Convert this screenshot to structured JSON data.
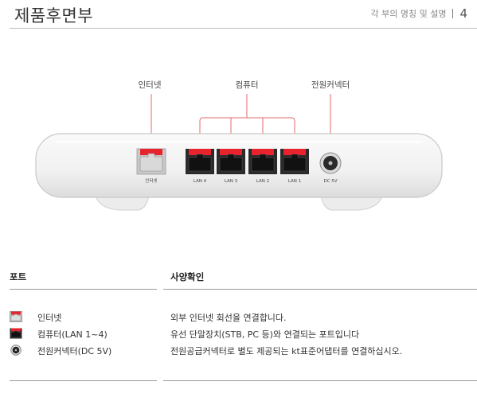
{
  "header": {
    "title": "제품후면부",
    "subtitle": "각 부의 명칭 및 설명",
    "page": "4"
  },
  "diagram": {
    "callouts": {
      "internet": "인터넷",
      "computer": "컴퓨터",
      "power": "전원커넥터"
    },
    "port_labels": [
      "인터넷",
      "LAN 4",
      "LAN 3",
      "LAN 2",
      "LAN 1",
      "DC 5V"
    ],
    "colors": {
      "port_red": "#e8232e",
      "port_black": "#2a2a2a",
      "port_gray": "#c9c9c9",
      "callout_line": "#e46b6b"
    }
  },
  "table": {
    "columns": [
      "포트",
      "사양확인"
    ],
    "rows": [
      {
        "icon": "internet-port-icon",
        "port": "인터넷",
        "spec": "외부 인터넷 회선을 연결합니다."
      },
      {
        "icon": "lan-port-icon",
        "port": "컴퓨터(LAN 1~4)",
        "spec": "유선 단말장치(STB, PC 등)와 연결되는 포트입니다"
      },
      {
        "icon": "power-connector-icon",
        "port": "전원커넥터(DC 5V)",
        "spec": "전원공급커넥터로 별도 제공되는 kt표준어댑터를 연결하십시오."
      }
    ]
  }
}
